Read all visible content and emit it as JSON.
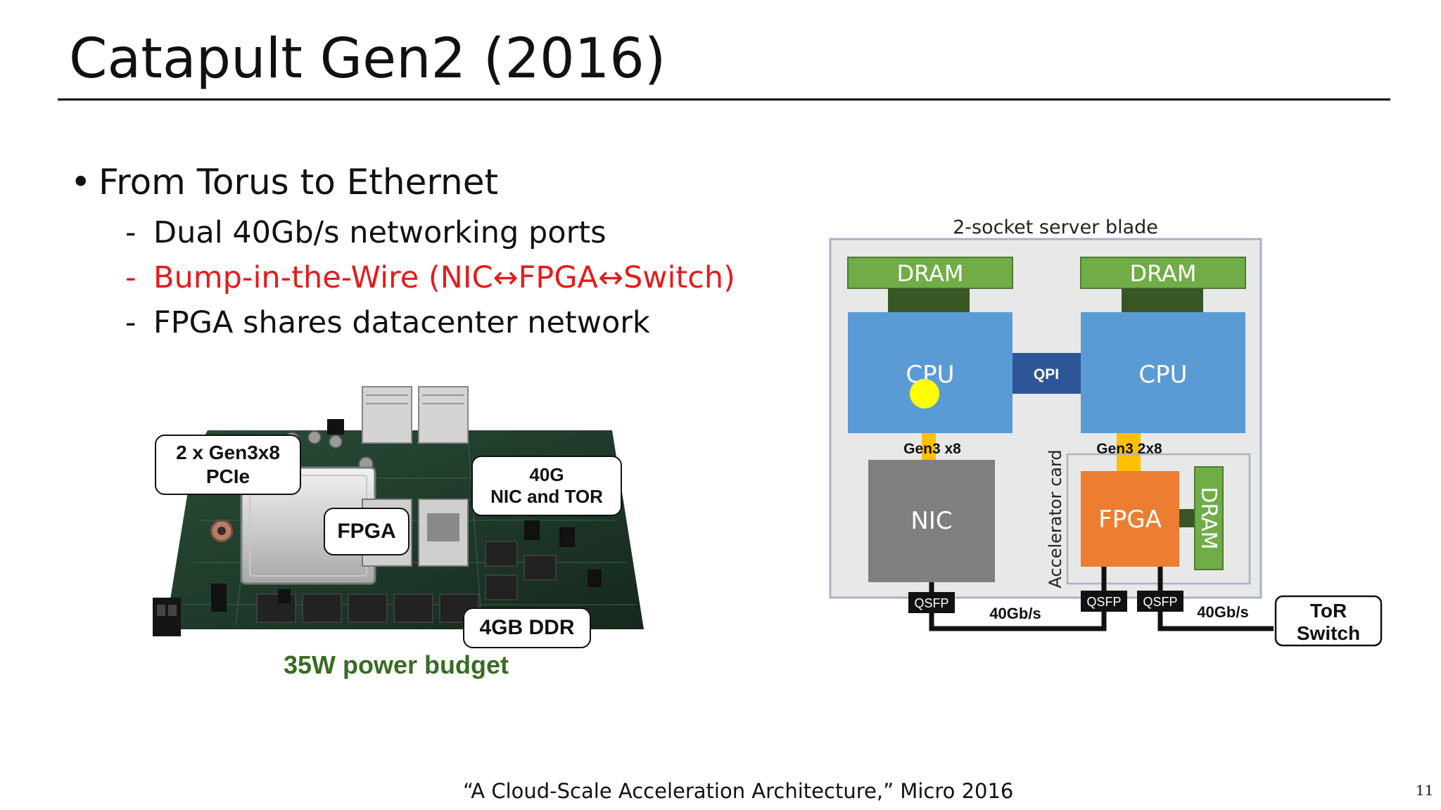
{
  "slide": {
    "title": "Catapult Gen2 (2016)",
    "bullets": [
      {
        "text": "From Torus to Ethernet",
        "subitems": [
          {
            "text": "Dual 40Gb/s networking ports",
            "color": "#111111"
          },
          {
            "text": "Bump-in-the-Wire (NIC↔FPGA↔Switch)",
            "color": "#e31c1c"
          },
          {
            "text": "FPGA shares datacenter network",
            "color": "#111111"
          }
        ]
      }
    ],
    "citation": "“A Cloud-Scale Acceleration Architecture,” Micro 2016",
    "page_number": "11"
  },
  "board": {
    "callouts": {
      "pcie_line1": "2 x Gen3x8",
      "pcie_line2": "PCIe",
      "fpga": "FPGA",
      "nic_line1": "40G",
      "nic_line2": "NIC and TOR",
      "ddr": "4GB DDR"
    },
    "power_budget": "35W power budget",
    "colors": {
      "pcb": "#1f3d2c",
      "power_text": "#3a6b25"
    }
  },
  "diagram": {
    "blade_label": "2-socket server blade",
    "dram_left": "DRAM",
    "dram_right": "DRAM",
    "cpu_left": "CPU",
    "cpu_right": "CPU",
    "qpi": "QPI",
    "gen_left": "Gen3 x8",
    "gen_right": "Gen3 2x8",
    "nic": "NIC",
    "fpga": "FPGA",
    "accel_dram": "DRAM",
    "accelerator_card": "Accelerator card",
    "qsfp_1": "QSFP",
    "qsfp_2": "QSFP",
    "qsfp_3": "QSFP",
    "link_left": "40Gb/s",
    "link_right": "40Gb/s",
    "tor_line1": "ToR",
    "tor_line2": "Switch",
    "colors": {
      "blade_bg": "#e8e8e8",
      "dram": "#70ad47",
      "dram_connector": "#375623",
      "cpu": "#5b9bd5",
      "qpi": "#2e5597",
      "nic": "#7f7f7f",
      "fpga": "#ed7d31",
      "pcie_link": "#ffc000",
      "cursor_dot": "#ffff00"
    }
  }
}
